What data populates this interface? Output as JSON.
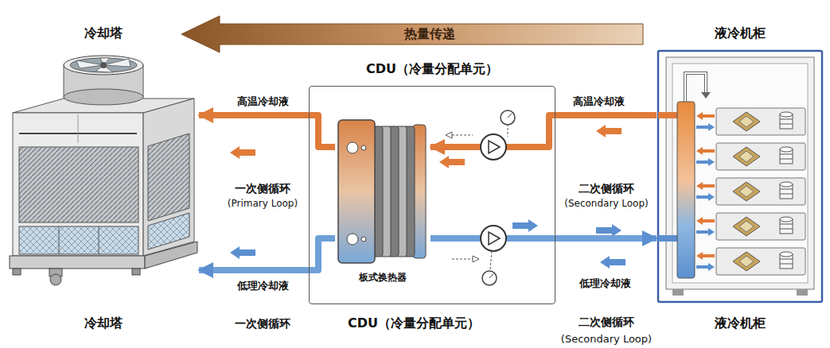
{
  "diagram": {
    "nodes": [
      {
        "text": [
          "冷却塔"
        ]
      },
      {
        "text": [
          "CDU（冷量分配单元）"
        ]
      },
      {
        "text": [
          "板式换热器"
        ],
        "in": 1
      },
      {
        "text": [
          "液冷机柜"
        ]
      }
    ],
    "edges": [
      {
        "from": 3,
        "to": 2,
        "arrow": "to",
        "label": "高温冷却液"
      },
      {
        "from": 2,
        "to": 0,
        "arrow": "to",
        "label": "高温冷却液"
      },
      {
        "from": 2,
        "to": 3,
        "arrow": "to",
        "label": "低理冷却液"
      },
      {
        "from": 2,
        "to": 0,
        "arrow": "to",
        "label": "低理冷却液"
      }
    ],
    "labels": [
      "热量传递",
      "一次侧循环",
      "(Primary Loop)",
      "二次侧循环",
      "(Secondary Loop)",
      "冷却塔",
      "一次侧循环",
      "CDU（冷量分配单元）",
      "二次侧循环",
      "(Secondary Loop)",
      "液冷机柜"
    ]
  }
}
